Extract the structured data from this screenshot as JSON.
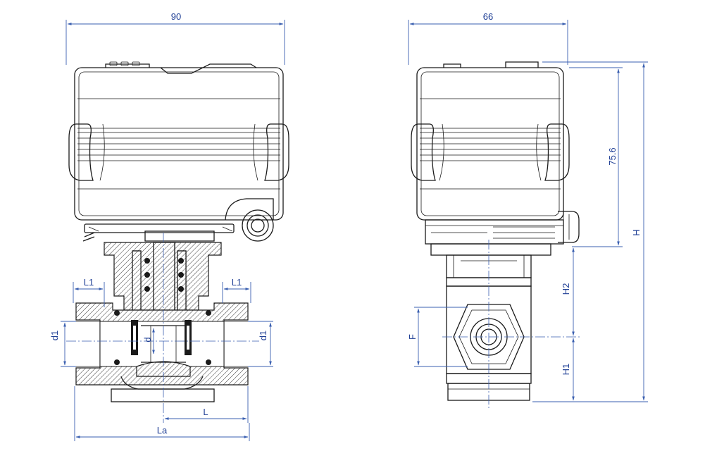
{
  "front_view": {
    "width_dim": "90",
    "l1_left": "L1",
    "l1_right": "L1",
    "d1_left": "d1",
    "d1_right": "d1",
    "d_label": "d",
    "l_label": "L",
    "la_label": "La"
  },
  "side_view": {
    "width_dim": "66",
    "actuator_height_dim": "75.6",
    "total_height_label": "H",
    "h2_label": "H2",
    "h1_label": "H1",
    "f_label": "F"
  },
  "colors": {
    "dimension_lines": "#3a5fb0",
    "dimension_text": "#1f3f95",
    "outline": "#1a1a1a"
  }
}
